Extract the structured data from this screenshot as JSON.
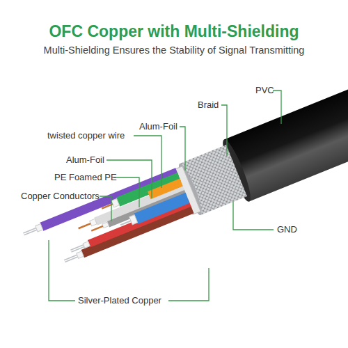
{
  "diagram": {
    "title": "OFC Copper with Multi-Shielding",
    "labels": [
      "Multi-Shielding Ensures the Stability of Signal Transmitting",
      "PVC",
      "Braid",
      "Alum-Foil",
      "twisted copper wire",
      "Alum-Foil",
      "PE Foamed PE",
      "Copper Conductors",
      "GND",
      "Silver-Plated Copper"
    ]
  }
}
